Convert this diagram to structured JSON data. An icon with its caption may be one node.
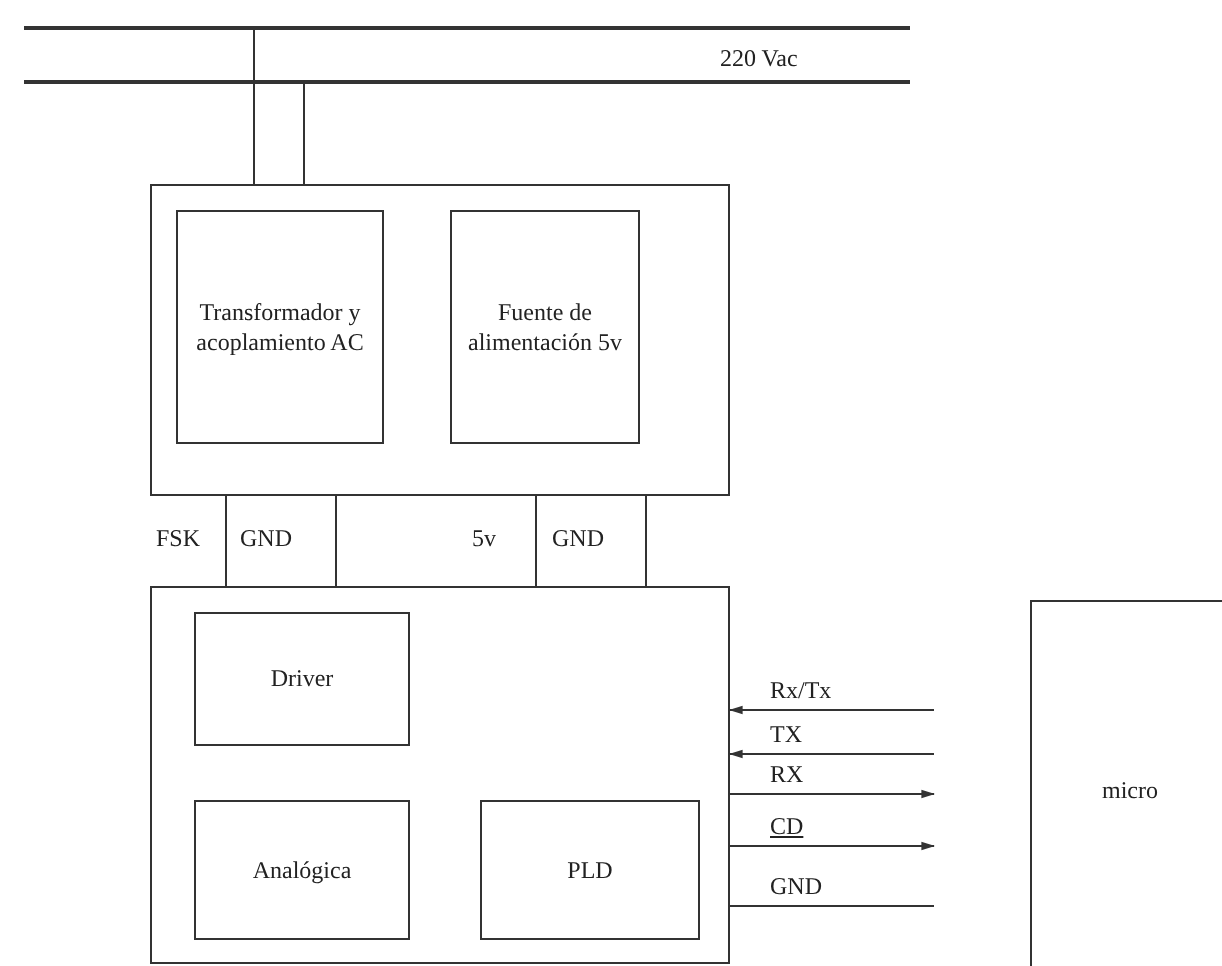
{
  "diagram": {
    "nodes": [
      {
        "text": [],
        "shape": "bar"
      },
      {
        "text": [],
        "shape": "bar"
      },
      {
        "text": [],
        "shape": "box"
      },
      {
        "text": [
          "Transformador y acoplamiento AC"
        ],
        "in": 2
      },
      {
        "text": [
          "Fuente de alimentación 5v"
        ],
        "in": 2
      },
      {
        "text": [],
        "shape": "box"
      },
      {
        "text": [
          "Driver"
        ],
        "in": 5
      },
      {
        "text": [
          "Analógica"
        ],
        "in": 5
      },
      {
        "text": [
          "PLD"
        ],
        "in": 5
      },
      {
        "text": [
          "micro"
        ]
      }
    ],
    "edges": [
      {
        "from": 0,
        "to": 2,
        "arrow": "none"
      },
      {
        "from": 1,
        "to": 2,
        "arrow": "none"
      },
      {
        "from": 2,
        "to": 5,
        "arrow": "none"
      },
      {
        "from": 2,
        "to": 5,
        "arrow": "none"
      },
      {
        "from": 2,
        "to": 5,
        "arrow": "none"
      },
      {
        "from": 2,
        "to": 5,
        "arrow": "none"
      },
      {
        "from": null,
        "to": 5,
        "arrow": "to",
        "label": "Rx/Tx"
      },
      {
        "from": null,
        "to": 5,
        "arrow": "to",
        "label": "TX"
      },
      {
        "from": 5,
        "to": null,
        "arrow": "to",
        "label": "RX"
      },
      {
        "from": 5,
        "to": null,
        "arrow": "to",
        "label": "CD"
      },
      {
        "from": 5,
        "to": null,
        "arrow": "none",
        "label": "GND"
      }
    ],
    "labels": [
      "220 Vac",
      "FSK",
      "GND",
      "5v",
      "GND"
    ]
  }
}
